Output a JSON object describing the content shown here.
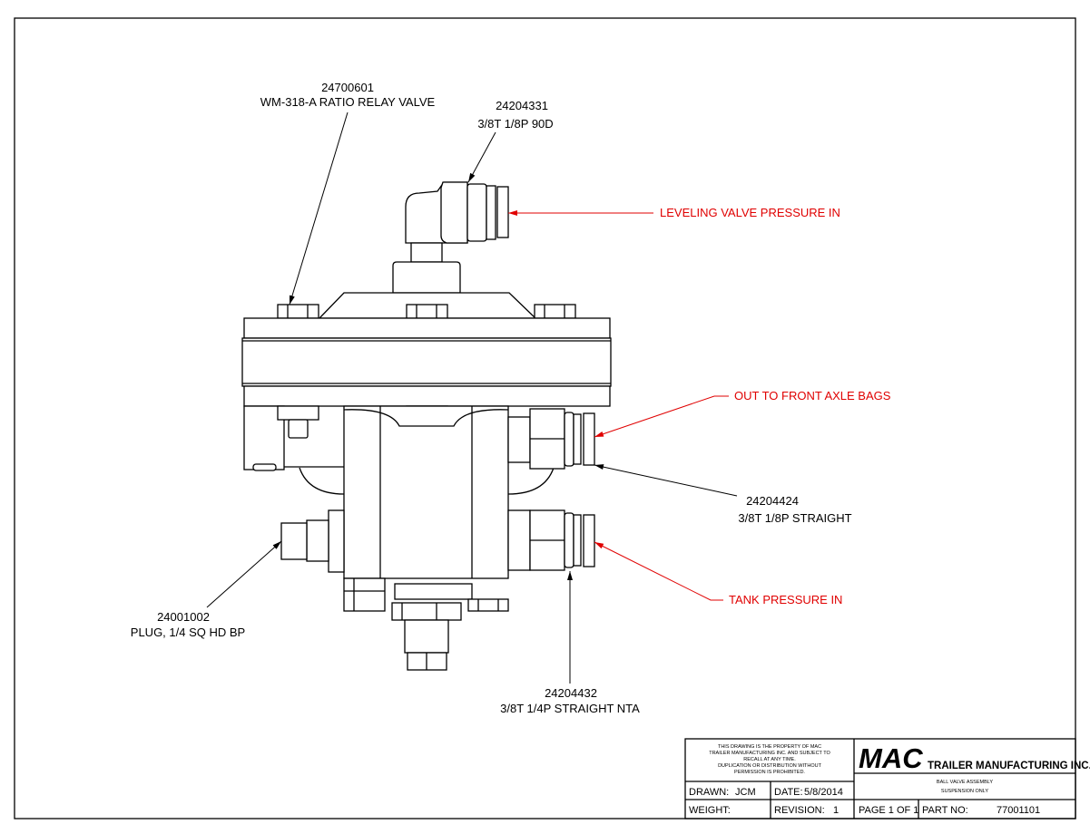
{
  "colors": {
    "line": "#000000",
    "callout_red": "#e00000",
    "background": "#ffffff"
  },
  "callouts": {
    "relay_valve": {
      "part": "24700601",
      "desc": "WM-318-A RATIO RELAY VALVE"
    },
    "elbow": {
      "part": "24204331",
      "desc": "3/8T 1/8P 90D"
    },
    "leveling": {
      "label": "LEVELING VALVE PRESSURE IN"
    },
    "front_axle": {
      "label": "OUT TO FRONT AXLE BAGS"
    },
    "straight_1_8": {
      "part": "24204424",
      "desc": "3/8T 1/8P STRAIGHT"
    },
    "tank": {
      "label": "TANK PRESSURE IN"
    },
    "plug": {
      "part": "24001002",
      "desc": "PLUG, 1/4 SQ HD BP"
    },
    "straight_1_4": {
      "part": "24204432",
      "desc": "3/8T 1/4P STRAIGHT NTA"
    }
  },
  "title_block": {
    "notice": [
      "THIS DRAWING IS THE PROPERTY OF MAC",
      "TRAILER MANUFACTURING INC. AND SUBJECT TO",
      "RECALL AT ANY TIME.",
      "DUPLICATION OR DISTRIBUTION WITHOUT",
      "PERMISSION IS PROHIBITED."
    ],
    "logo_mark": "MAC",
    "company": "TRAILER MANUFACTURING INC.",
    "description": [
      "BALL VALVE ASSEMBLY",
      "SUSPENSION ONLY"
    ],
    "drawn_label": "DRAWN:",
    "drawn_value": "JCM",
    "date_label": "DATE:",
    "date_value": "5/8/2014",
    "weight_label": "WEIGHT:",
    "weight_value": "",
    "revision_label": "REVISION:",
    "revision_value": "1",
    "page": "PAGE 1 OF 1",
    "part_no_label": "PART NO:",
    "part_no_value": "77001101"
  }
}
